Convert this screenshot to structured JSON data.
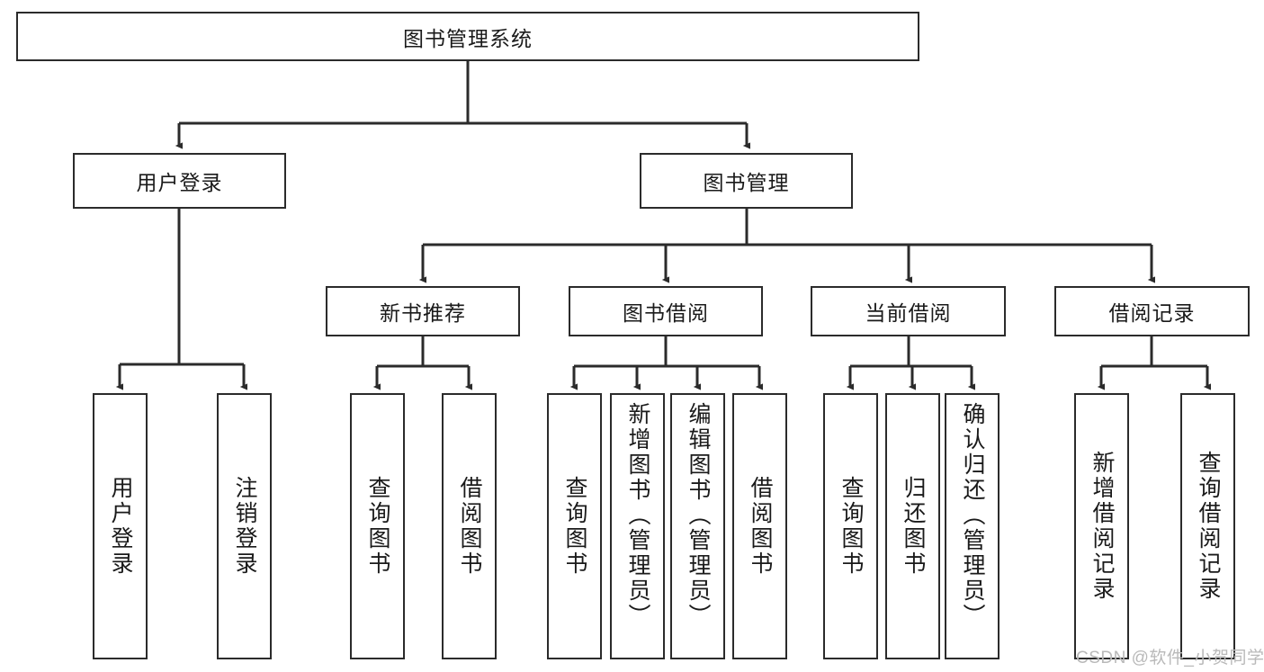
{
  "diagram": {
    "title_node": {
      "label": "图书管理系统"
    },
    "level2": [
      {
        "id": "user-login",
        "label": "用户登录"
      },
      {
        "id": "book-manage",
        "label": "图书管理"
      }
    ],
    "level3": [
      {
        "id": "new-book-recommend",
        "label": "新书推荐"
      },
      {
        "id": "book-borrow",
        "label": "图书借阅"
      },
      {
        "id": "current-borrow",
        "label": "当前借阅"
      },
      {
        "id": "borrow-record",
        "label": "借阅记录"
      }
    ],
    "leaves": {
      "user_login": [
        {
          "id": "leaf-user-login",
          "label": "用户登录"
        },
        {
          "id": "leaf-logout-login",
          "label": "注销登录"
        }
      ],
      "new_book_recommend": [
        {
          "id": "leaf-query-book-1",
          "label": "查询图书"
        },
        {
          "id": "leaf-borrow-book-1",
          "label": "借阅图书"
        }
      ],
      "book_borrow": [
        {
          "id": "leaf-query-book-2",
          "label": "查询图书"
        },
        {
          "id": "leaf-add-book",
          "label": "新增图书（管理员）"
        },
        {
          "id": "leaf-edit-book",
          "label": "编辑图书（管理员）"
        },
        {
          "id": "leaf-borrow-book-2",
          "label": "借阅图书"
        }
      ],
      "current_borrow": [
        {
          "id": "leaf-query-book-3",
          "label": "查询图书"
        },
        {
          "id": "leaf-return-book",
          "label": "归还图书"
        },
        {
          "id": "leaf-confirm-return",
          "label": "确认归还（管理员）"
        }
      ],
      "borrow_record": [
        {
          "id": "leaf-add-record",
          "label": "新增借阅记录"
        },
        {
          "id": "leaf-query-record",
          "label": "查询借阅记录"
        }
      ]
    }
  },
  "watermark": {
    "text": "CSDN @软件_小贺同学"
  },
  "colors": {
    "stroke": "#2b2b2b",
    "fill": "#ffffff",
    "text": "#1a1a1a",
    "watermark": "#b9b9b9"
  }
}
